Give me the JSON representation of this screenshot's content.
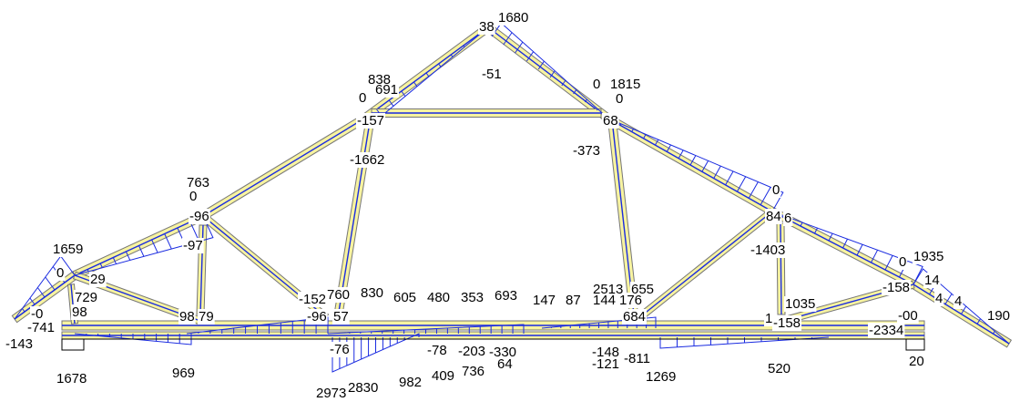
{
  "diagram": {
    "palette": {
      "member_fill": "#f7f3a0",
      "member_edge": "#777777",
      "moment_color": "#1a2be0",
      "text": "#000000",
      "background": "#ffffff"
    },
    "labels": [
      {
        "id": "l01",
        "text": "38"
      },
      {
        "id": "l02",
        "text": "1680"
      },
      {
        "id": "l03",
        "text": "-51"
      },
      {
        "id": "l04",
        "text": "838"
      },
      {
        "id": "l05",
        "text": "691"
      },
      {
        "id": "l06",
        "text": "0"
      },
      {
        "id": "l07",
        "text": "-157"
      },
      {
        "id": "l08",
        "text": "0"
      },
      {
        "id": "l09",
        "text": "1815"
      },
      {
        "id": "l10",
        "text": "0"
      },
      {
        "id": "l11",
        "text": "68"
      },
      {
        "id": "l12",
        "text": "-1662"
      },
      {
        "id": "l13",
        "text": "-373"
      },
      {
        "id": "l14",
        "text": "763"
      },
      {
        "id": "l15",
        "text": "0"
      },
      {
        "id": "l16",
        "text": "-96"
      },
      {
        "id": "l17",
        "text": "-97"
      },
      {
        "id": "l18",
        "text": "0"
      },
      {
        "id": "l19",
        "text": "84"
      },
      {
        "id": "l20",
        "text": "6"
      },
      {
        "id": "l21",
        "text": "-1403"
      },
      {
        "id": "l22",
        "text": "1659"
      },
      {
        "id": "l23",
        "text": "0"
      },
      {
        "id": "l24",
        "text": "29"
      },
      {
        "id": "l25",
        "text": "0"
      },
      {
        "id": "l26",
        "text": "1935"
      },
      {
        "id": "l27",
        "text": "14"
      },
      {
        "id": "l28",
        "text": "729"
      },
      {
        "id": "l29",
        "text": "98"
      },
      {
        "id": "l30",
        "text": "-741"
      },
      {
        "id": "l31",
        "text": "98"
      },
      {
        "id": "l32",
        "text": "79"
      },
      {
        "id": "l33",
        "text": "-152"
      },
      {
        "id": "l34",
        "text": "760"
      },
      {
        "id": "l35",
        "text": "830"
      },
      {
        "id": "l36",
        "text": "605"
      },
      {
        "id": "l37",
        "text": "480"
      },
      {
        "id": "l38",
        "text": "353"
      },
      {
        "id": "l39",
        "text": "693"
      },
      {
        "id": "l40",
        "text": "147"
      },
      {
        "id": "l41",
        "text": "87"
      },
      {
        "id": "l42",
        "text": "144"
      },
      {
        "id": "l43",
        "text": "176"
      },
      {
        "id": "l44",
        "text": "2513"
      },
      {
        "id": "l45",
        "text": "655"
      },
      {
        "id": "l46",
        "text": "-96"
      },
      {
        "id": "l47",
        "text": "57"
      },
      {
        "id": "l48",
        "text": "684"
      },
      {
        "id": "l49",
        "text": "1035"
      },
      {
        "id": "l50",
        "text": "-158"
      },
      {
        "id": "l51",
        "text": "-158"
      },
      {
        "id": "l52",
        "text": "1"
      },
      {
        "id": "l53",
        "text": "4"
      },
      {
        "id": "l54",
        "text": "-2334"
      },
      {
        "id": "l55",
        "text": "4"
      },
      {
        "id": "l56",
        "text": "190"
      },
      {
        "id": "l57",
        "text": "-143"
      },
      {
        "id": "l58",
        "text": "1678"
      },
      {
        "id": "l59",
        "text": "969"
      },
      {
        "id": "l60",
        "text": "-76"
      },
      {
        "id": "l61",
        "text": "-78"
      },
      {
        "id": "l62",
        "text": "-203"
      },
      {
        "id": "l63",
        "text": "-330"
      },
      {
        "id": "l64",
        "text": "982"
      },
      {
        "id": "l65",
        "text": "409"
      },
      {
        "id": "l66",
        "text": "736"
      },
      {
        "id": "l67",
        "text": "64"
      },
      {
        "id": "l68",
        "text": "2973"
      },
      {
        "id": "l69",
        "text": "2830"
      },
      {
        "id": "l70",
        "text": "-148"
      },
      {
        "id": "l71",
        "text": "-121"
      },
      {
        "id": "l72",
        "text": "-811"
      },
      {
        "id": "l73",
        "text": "1269"
      },
      {
        "id": "l74",
        "text": "520"
      },
      {
        "id": "l75",
        "text": "20"
      },
      {
        "id": "l76",
        "text": "-00"
      },
      {
        "id": "l77",
        "text": "-0"
      }
    ]
  }
}
